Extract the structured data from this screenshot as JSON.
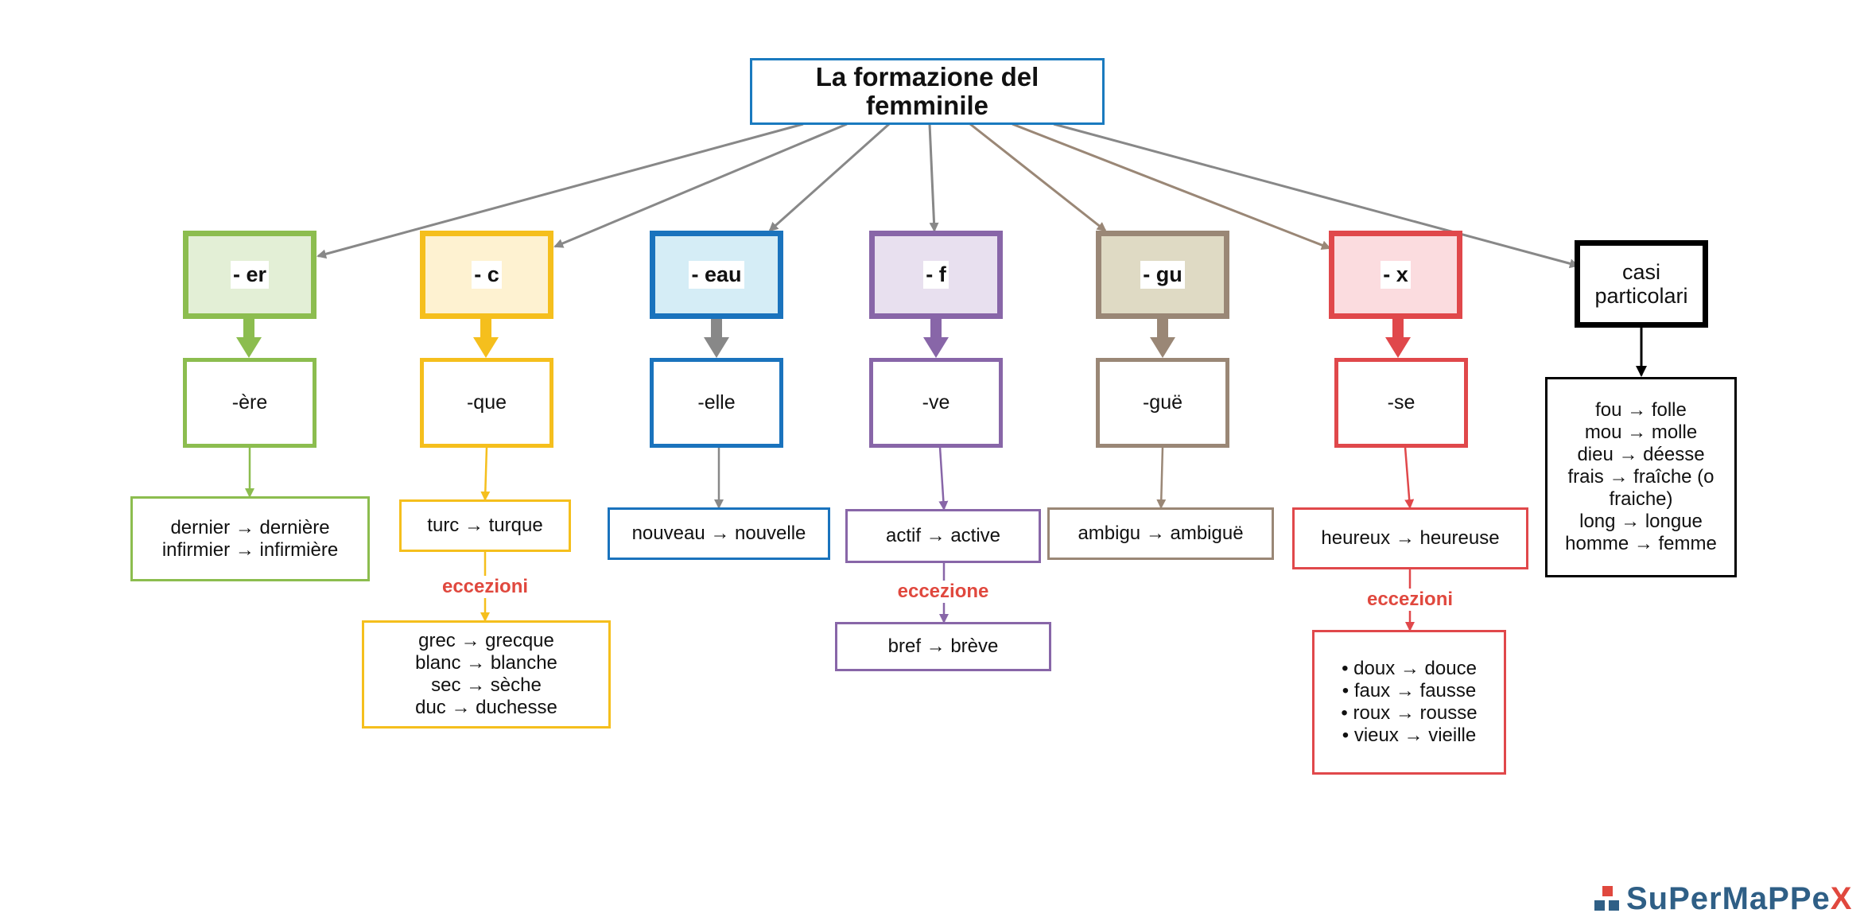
{
  "title": {
    "line1": "La formazione del",
    "line2": "femminile"
  },
  "columns": [
    {
      "id": "er",
      "color": "#8cbd4f",
      "fill": "#e3efd6",
      "header": "- er",
      "rule": "-ère",
      "examples": [
        "dernier → dernière",
        "infirmier → infirmière"
      ]
    },
    {
      "id": "c",
      "color": "#f5bf1d",
      "fill": "#fef2d1",
      "header": "- c",
      "rule": "-que",
      "examples": [
        "turc → turque"
      ],
      "exception_label": "eccezioni",
      "exceptions": [
        "grec → grecque",
        "blanc → blanche",
        "sec → sèche",
        "duc → duchesse"
      ]
    },
    {
      "id": "eau",
      "color": "#1a73bd",
      "fill": "#d5edf6",
      "header": "- eau",
      "rule": "-elle",
      "examples": [
        "nouveau → nouvelle"
      ]
    },
    {
      "id": "f",
      "color": "#8866a8",
      "fill": "#e8e0ef",
      "header": "- f",
      "rule": "-ve",
      "examples": [
        "actif → active"
      ],
      "exception_label": "eccezione",
      "exceptions": [
        "bref → brève"
      ]
    },
    {
      "id": "gu",
      "color": "#9a8776",
      "fill": "#dfdac4",
      "header": "- gu",
      "rule": "-guë",
      "examples": [
        "ambigu → ambiguë"
      ]
    },
    {
      "id": "x",
      "color": "#e0484b",
      "fill": "#fbdcdf",
      "header": "- x",
      "rule": "-se",
      "examples": [
        "heureux → heureuse"
      ],
      "exception_label": "eccezioni",
      "exceptions": [
        "• doux → douce",
        "• faux → fausse",
        "• roux → rousse",
        "• vieux → vieille"
      ]
    },
    {
      "id": "casi",
      "color": "#000000",
      "fill": "#ffffff",
      "header_line1": "casi",
      "header_line2": "particolari",
      "examples": [
        "fou → folle",
        "mou → molle",
        "dieu → déesse",
        "frais → fraîche (o",
        "fraiche)",
        "long → longue",
        "homme → femme"
      ]
    }
  ],
  "logo": {
    "text_main": "SuPerMaPPe",
    "text_accent": "X"
  },
  "colors": {
    "title_border": "#1a7abf",
    "exception_text": "#e0483e",
    "connector_gray": "#888888"
  }
}
